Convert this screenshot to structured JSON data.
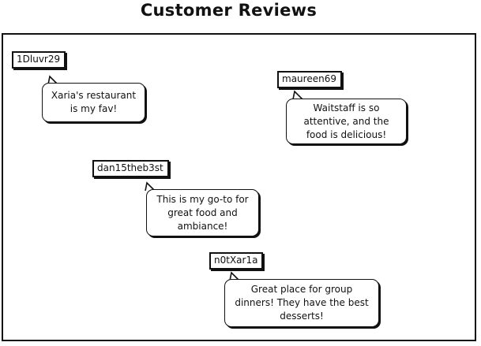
{
  "page": {
    "title": "Customer Reviews"
  },
  "reviews": [
    {
      "username": "1Dluvr29",
      "text": "Xaria's restaurant is my fav!"
    },
    {
      "username": "maureen69",
      "text": "Waitstaff is so attentive, and the food is delicious!"
    },
    {
      "username": "dan15theb3st",
      "text": "This is my go-to for great food and ambiance!"
    },
    {
      "username": "n0tXar1a",
      "text": "Great place for group dinners! They have the best desserts!"
    }
  ]
}
